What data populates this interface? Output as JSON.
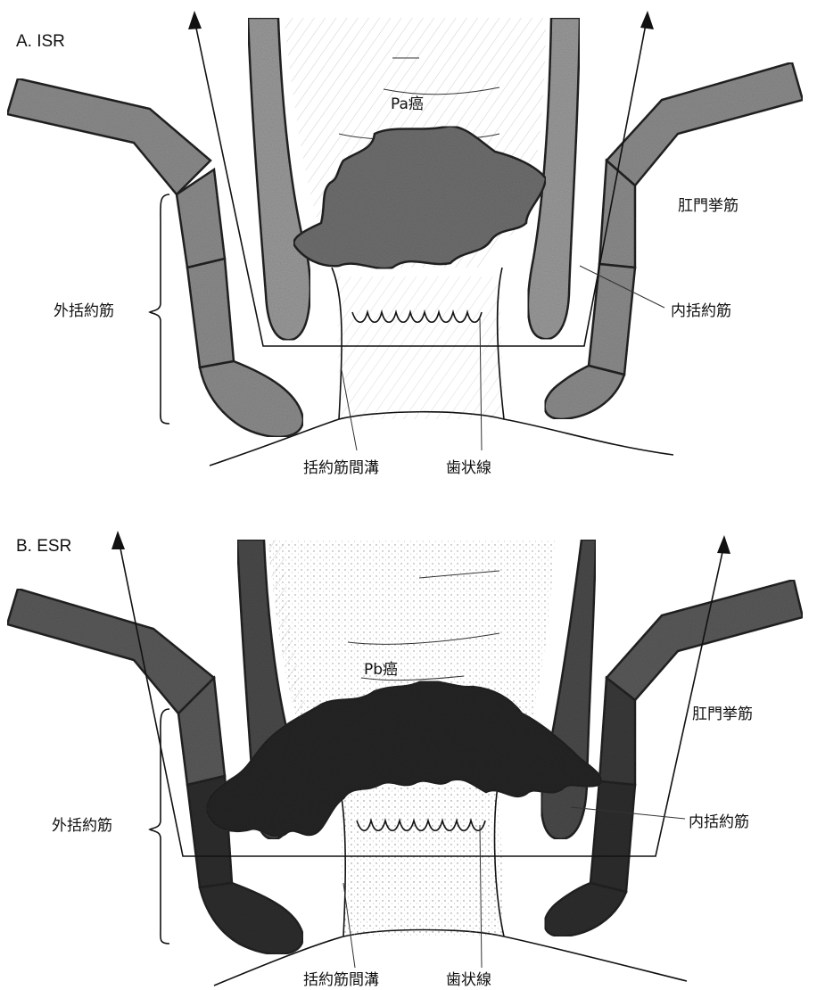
{
  "panel_a": {
    "title": "A.  ISR",
    "tumor_label": "Pa癌",
    "levator_label": "肛門挙筋",
    "internal_sphincter_label": "内括約筋",
    "external_sphincter_label": "外括約筋",
    "intersphincteric_groove_label": "括約筋間溝",
    "dentate_line_label": "歯状線"
  },
  "panel_b": {
    "title": "B.  ESR",
    "tumor_label": "Pb癌",
    "levator_label": "肛門挙筋",
    "internal_sphincter_label": "内括約筋",
    "external_sphincter_label": "外括約筋",
    "intersphincteric_groove_label": "括約筋間溝",
    "dentate_line_label": "歯状線"
  },
  "colors": {
    "muscle_fill": "#8c8c8c",
    "tumor_fill_a": "#6a6a6a",
    "tumor_fill_b": "#2a2a2a",
    "ink": "#111111"
  }
}
